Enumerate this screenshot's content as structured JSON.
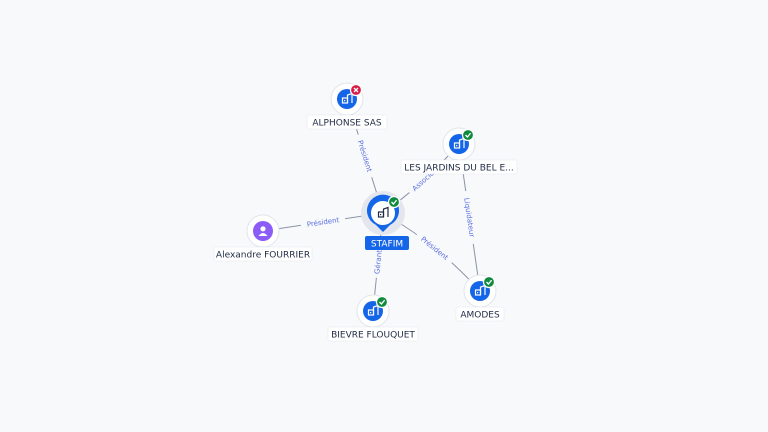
{
  "colors": {
    "accent": "#1565e8",
    "person": "#8b5cf6",
    "active": "#0f8a3e",
    "inactive": "#d81b47",
    "edge": "#8a94a6",
    "edge_label": "#5b6ee0"
  },
  "nodes": [
    {
      "id": "stafim",
      "label": "STAFIM",
      "type": "company",
      "status": "active",
      "center": true
    },
    {
      "id": "alphonse",
      "label": "ALPHONSE SAS",
      "type": "company",
      "status": "inactive"
    },
    {
      "id": "jardins",
      "label": "LES JARDINS DU BEL E...",
      "type": "company",
      "status": "active"
    },
    {
      "id": "fourrier",
      "label": "Alexandre FOURRIER",
      "type": "person",
      "status": "none"
    },
    {
      "id": "bievre",
      "label": "BIEVRE FLOUQUET",
      "type": "company",
      "status": "active"
    },
    {
      "id": "amodes",
      "label": "AMODES",
      "type": "company",
      "status": "active"
    }
  ],
  "edges": [
    {
      "from": "stafim",
      "to": "alphonse",
      "label": "Président"
    },
    {
      "from": "stafim",
      "to": "jardins",
      "label": "Associé"
    },
    {
      "from": "fourrier",
      "to": "stafim",
      "label": "Président"
    },
    {
      "from": "stafim",
      "to": "bievre",
      "label": "Gérant"
    },
    {
      "from": "stafim",
      "to": "amodes",
      "label": "Président"
    },
    {
      "from": "jardins",
      "to": "amodes",
      "label": "Liquidateur"
    }
  ]
}
